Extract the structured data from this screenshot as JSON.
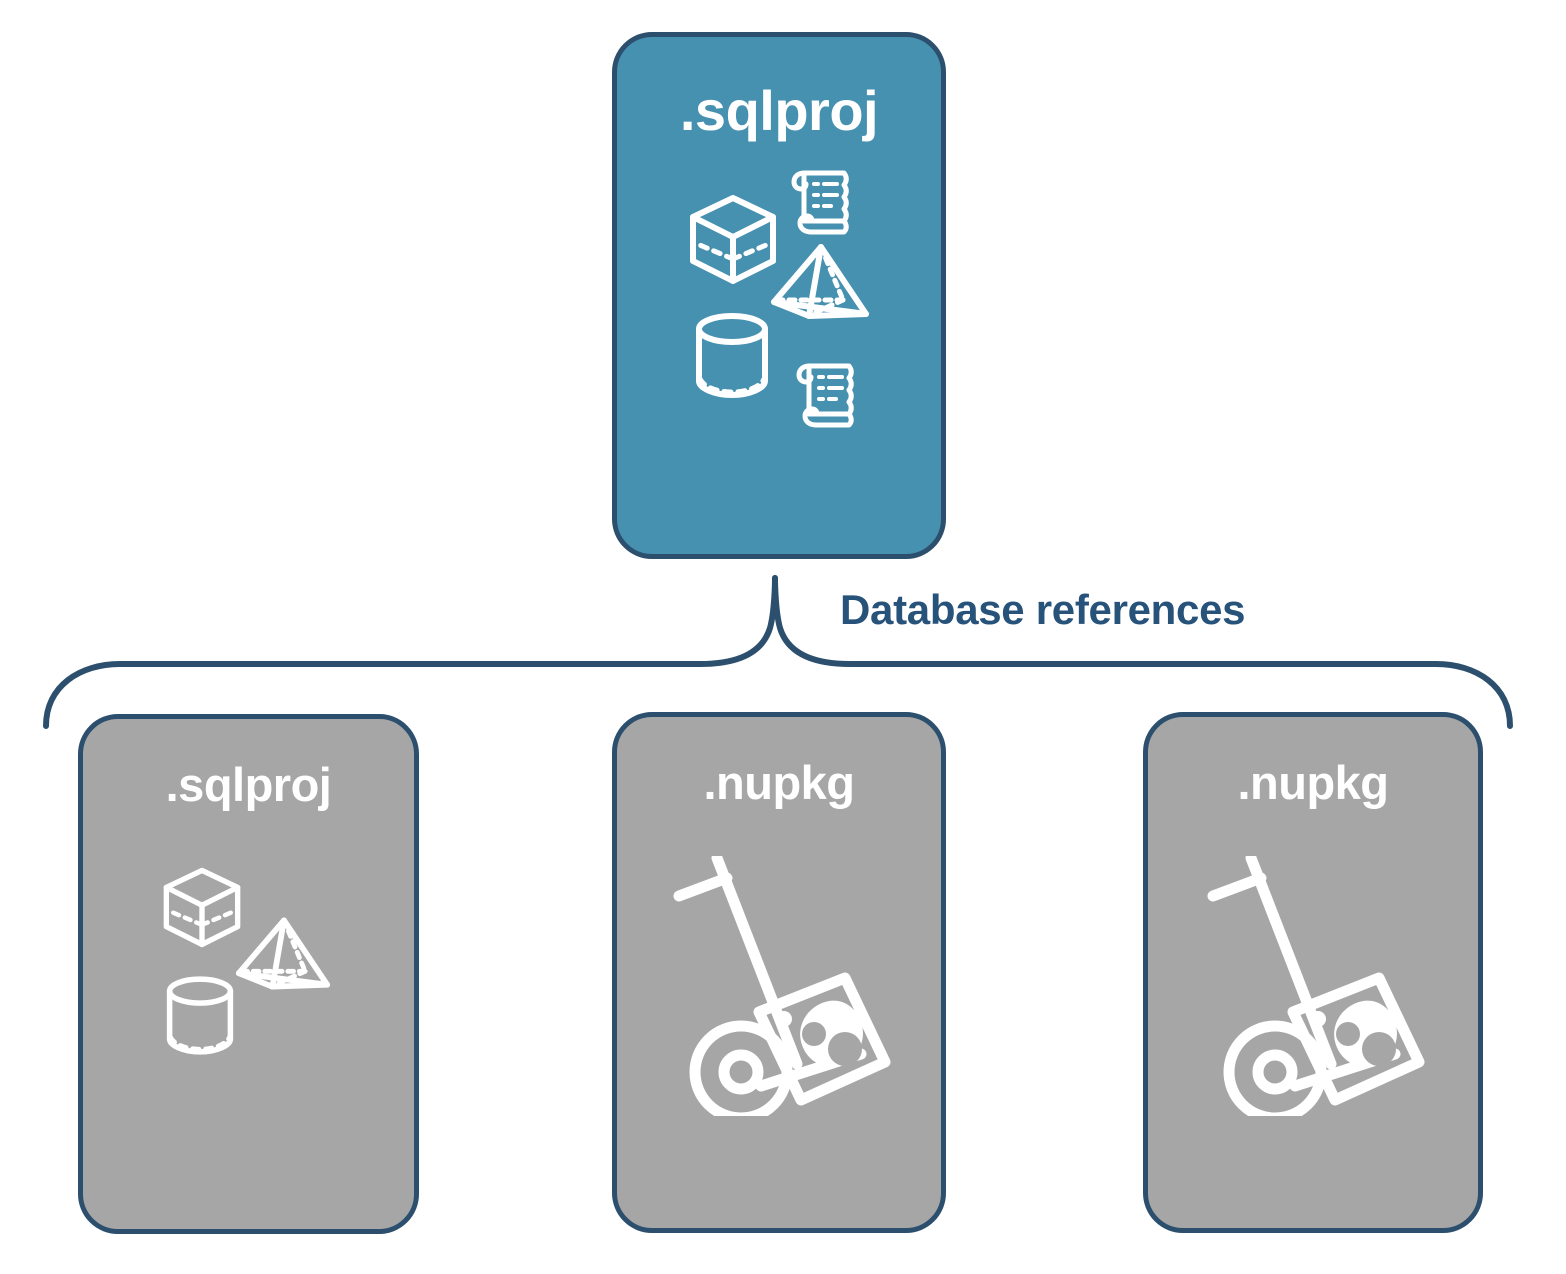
{
  "diagram": {
    "title_text_root": ".sqlproj",
    "edge_label": "Database references",
    "colors": {
      "root_fill": "#4690b0",
      "child_fill": "#a6a6a6",
      "border": "#2c4f6e",
      "label_text": "#27527a",
      "icon_stroke": "#ffffff"
    },
    "root_node": {
      "label": ".sqlproj",
      "icons": [
        "cube-icon",
        "scroll-icon",
        "pyramid-icon",
        "cylinder-icon",
        "scroll-icon"
      ]
    },
    "children": [
      {
        "label": ".sqlproj",
        "kind": "sqlproj",
        "icons": [
          "cube-icon",
          "pyramid-icon",
          "cylinder-icon"
        ]
      },
      {
        "label": ".nupkg",
        "kind": "nupkg",
        "icons": [
          "hand-truck-package-icon"
        ]
      },
      {
        "label": ".nupkg",
        "kind": "nupkg",
        "icons": [
          "hand-truck-package-icon"
        ]
      }
    ],
    "connector": {
      "name": "curly-brace-connector",
      "orientation": "downward"
    }
  }
}
